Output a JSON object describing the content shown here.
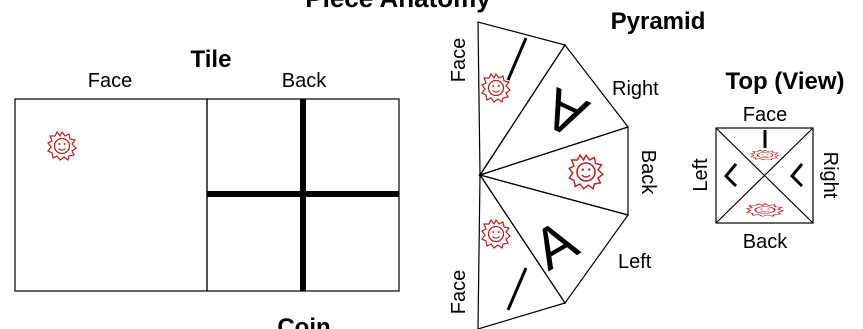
{
  "page_title": "Piece Anatomy",
  "tile": {
    "title": "Tile",
    "face_label": "Face",
    "back_label": "Back"
  },
  "coin": {
    "title": "Coin"
  },
  "pyramid": {
    "title": "Pyramid",
    "labels": {
      "face_top": "Face",
      "right": "Right",
      "back": "Back",
      "left": "Left",
      "face_bottom": "Face"
    },
    "glyph_upper": "A",
    "glyph_lower": "A"
  },
  "top_view": {
    "title": "Top (View)",
    "face": "Face",
    "back": "Back",
    "left": "Left",
    "right": "Right"
  },
  "colors": {
    "line": "#000000",
    "sun": "#b22222"
  },
  "icons": [
    "sun-icon",
    "sun-icon",
    "sun-icon",
    "sun-icon",
    "sun-icon",
    "sun-icon"
  ]
}
